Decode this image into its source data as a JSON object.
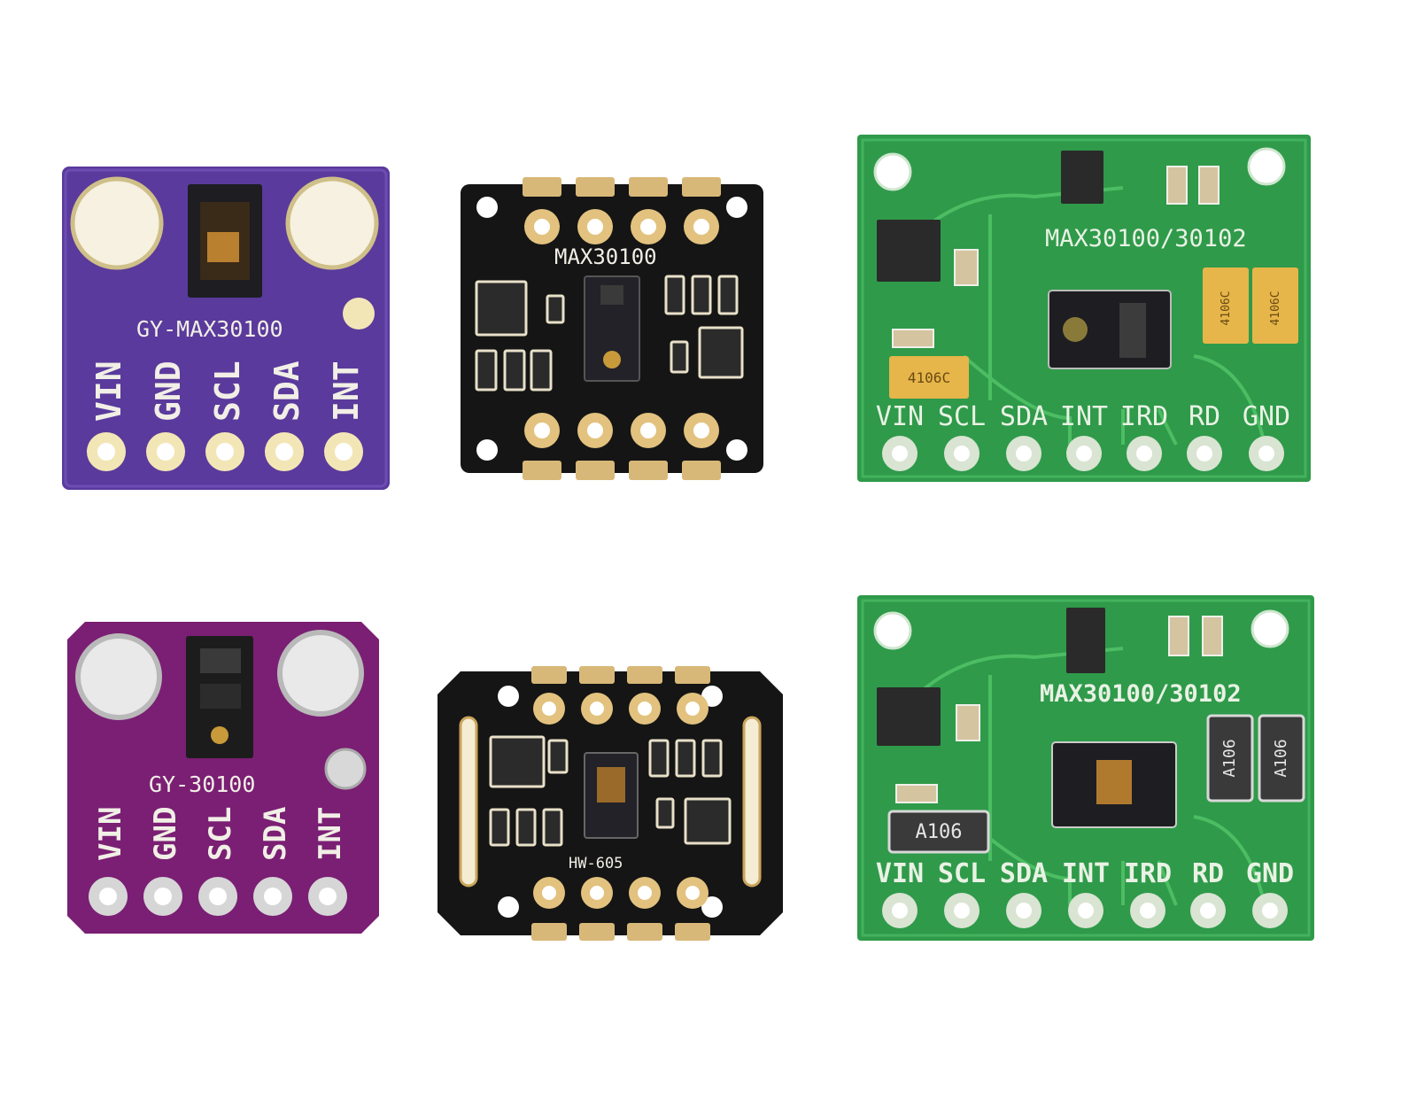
{
  "boards": [
    {
      "id": "purple-gy-max30100",
      "label": "GY-MAX30100",
      "pins": [
        "VIN",
        "GND",
        "SCL",
        "SDA",
        "INT"
      ],
      "color": "#5a3a9c"
    },
    {
      "id": "black-max30100",
      "label": "MAX30100",
      "color": "#151515"
    },
    {
      "id": "green-max30100-30102-top",
      "label": "MAX30100/30102",
      "pins": [
        "VIN",
        "SCL",
        "SDA",
        "INT",
        "IRD",
        "RD",
        "GND"
      ],
      "cap_marks": [
        "4106C",
        "4106C",
        "4106C"
      ],
      "color": "#2f9a4a"
    },
    {
      "id": "magenta-gy-30100",
      "label": "GY-30100",
      "pins": [
        "VIN",
        "GND",
        "SCL",
        "SDA",
        "INT"
      ],
      "color": "#7a1f73"
    },
    {
      "id": "black-hw-605",
      "label": "HW-605",
      "color": "#151515"
    },
    {
      "id": "green-max30100-30102-bottom",
      "label": "MAX30100/30102",
      "pins": [
        "VIN",
        "SCL",
        "SDA",
        "INT",
        "IRD",
        "RD",
        "GND"
      ],
      "cap_marks": [
        "A106",
        "A106",
        "A106"
      ],
      "color": "#2f9a4a"
    }
  ]
}
